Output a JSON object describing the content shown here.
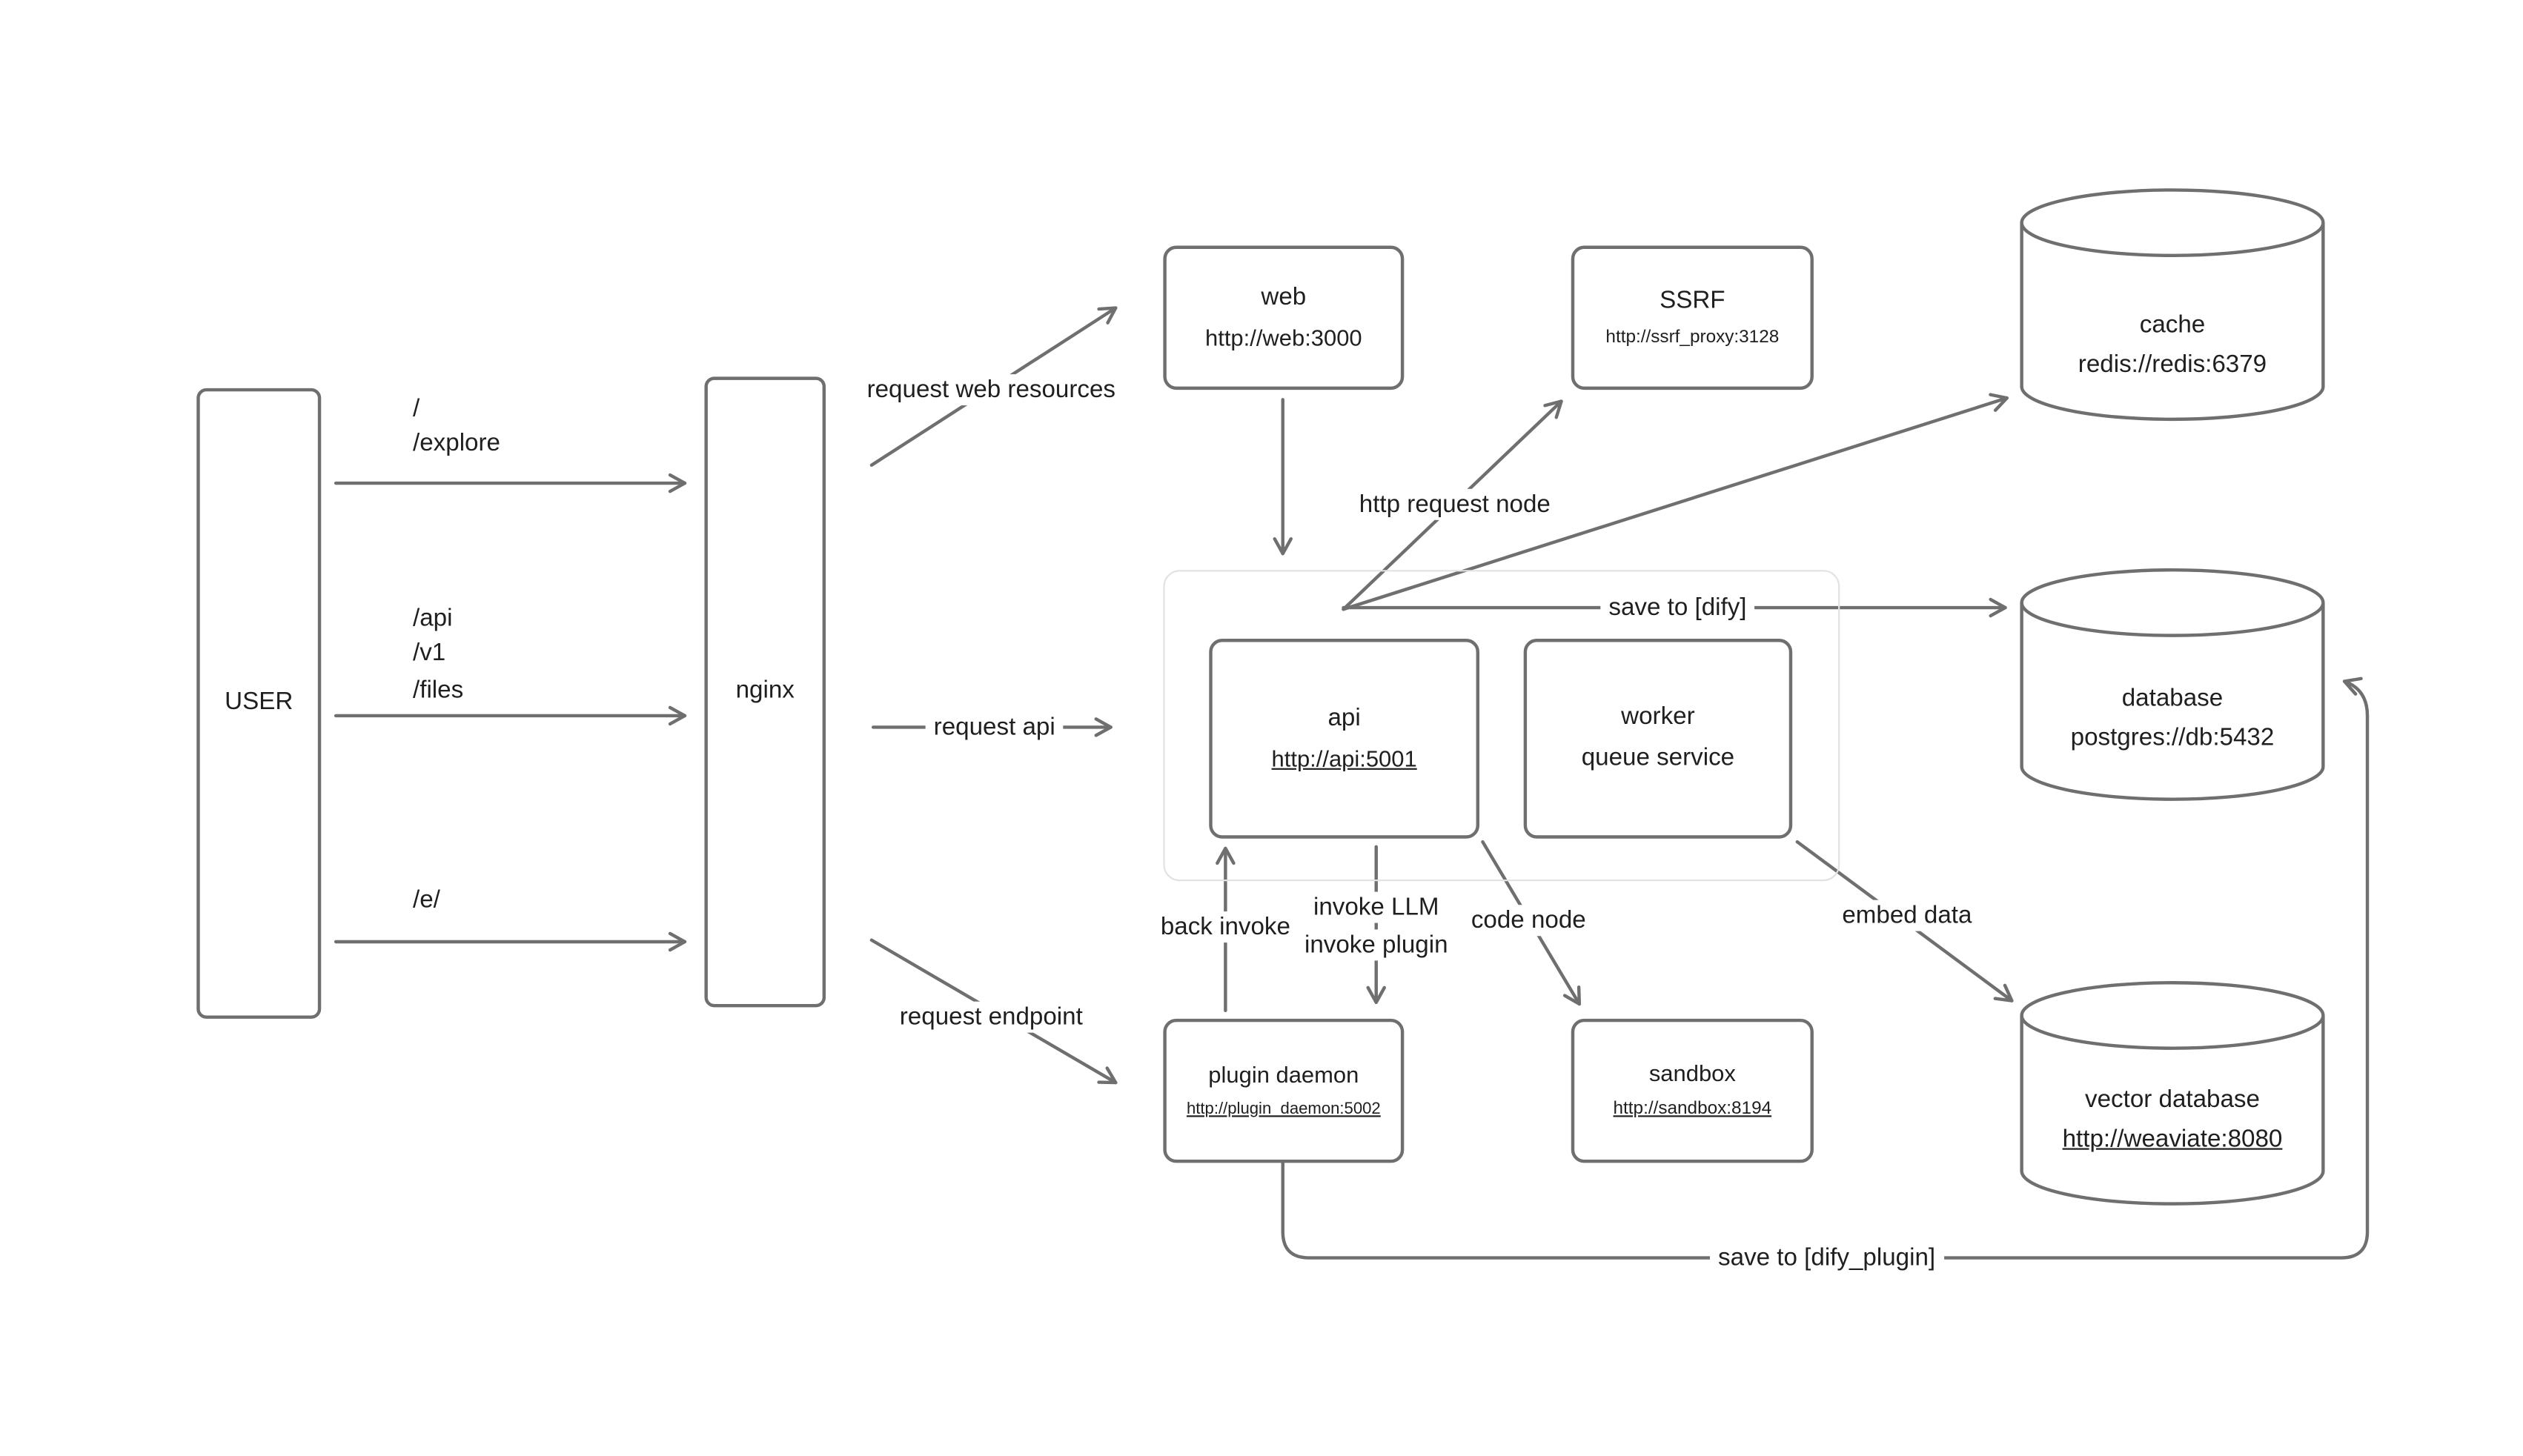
{
  "diagram": {
    "user": {
      "label": "USER"
    },
    "nginx": {
      "label": "nginx"
    },
    "routes": {
      "root": "/",
      "explore": "/explore",
      "api": "/api",
      "v1": "/v1",
      "files": "/files",
      "e": "/e/"
    },
    "nodes": {
      "web": {
        "title": "web",
        "url": "http://web:3000"
      },
      "ssrf": {
        "title": "SSRF",
        "url": "http://ssrf_proxy:3128"
      },
      "api": {
        "title": "api",
        "url": "http://api:5001"
      },
      "worker": {
        "title": "worker",
        "subtitle": "queue service"
      },
      "plugin_daemon": {
        "title": "plugin daemon",
        "url": "http://plugin_daemon:5002"
      },
      "sandbox": {
        "title": "sandbox",
        "url": "http://sandbox:8194"
      },
      "cache": {
        "title": "cache",
        "url": "redis://redis:6379"
      },
      "database": {
        "title": "database",
        "url": "postgres://db:5432"
      },
      "vector_database": {
        "title": "vector database",
        "url": "http://weaviate:8080"
      }
    },
    "edges": {
      "request_web_resources": "request web resources",
      "request_api": "request api",
      "request_endpoint": "request endpoint",
      "http_request_node": "http request node",
      "save_to_dify": "save to [dify]",
      "back_invoke": "back invoke",
      "invoke_llm": "invoke LLM",
      "invoke_plugin": "invoke plugin",
      "code_node": "code node",
      "embed_data": "embed data",
      "save_to_dify_plugin": "save to [dify_plugin]"
    },
    "colors": {
      "stroke": "#6f6f6f",
      "text": "#1f1f1f",
      "group_border": "#e2e2e2",
      "background": "#ffffff"
    }
  }
}
